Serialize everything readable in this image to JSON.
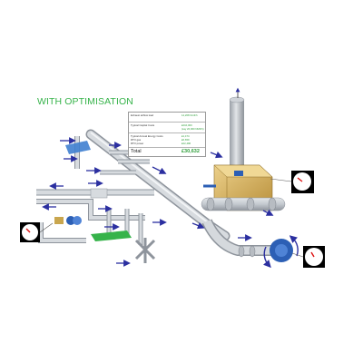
{
  "heading": "WITH OPTIMISATION",
  "colors": {
    "pipe": "#c8ccd2",
    "pipe_shadow": "#8e949c",
    "arrow": "#2b2fa0",
    "accent_green": "#36b34a",
    "fan_blue": "#2c5fb5",
    "box_tan": "#d9b25a"
  },
  "info_table": {
    "rows": [
      {
        "label": "Exhaust airflow load",
        "values": [
          "14,208 Nm3/h"
        ]
      },
      {
        "label": "Typical Capital Costs",
        "values": [
          "£210,000",
          "(say 20,000 NM3/h)"
        ]
      },
      {
        "label": "Typical Annual Energy Costs",
        "sub_labels": [
          "RTO gas",
          "RTO power"
        ],
        "values": [
          "£1,474",
          "£6,659",
          "£22,496"
        ]
      }
    ],
    "total_label": "Total",
    "total_value": "£30,632"
  },
  "icons": [
    "pressure-gauge-icon",
    "pressure-gauge-icon",
    "pressure-gauge-icon",
    "rotation-arrow-icon",
    "flow-arrow-icon"
  ]
}
